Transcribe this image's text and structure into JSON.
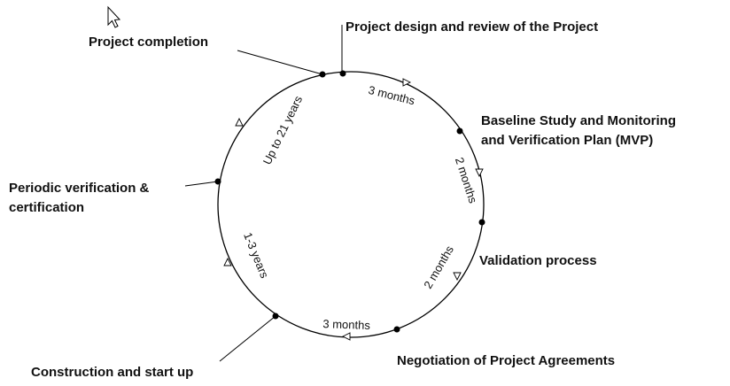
{
  "stages": [
    {
      "id": "design",
      "label": "Project design and review of the Project"
    },
    {
      "id": "baseline",
      "lines": [
        "Baseline Study and  Monitoring",
        "and Verification Plan (MVP)"
      ]
    },
    {
      "id": "validation",
      "label": "Validation process"
    },
    {
      "id": "negotiation",
      "label": "Negotiation of Project Agreements"
    },
    {
      "id": "construction",
      "label": "Construction and start up"
    },
    {
      "id": "verification",
      "lines": [
        "Periodic verification &",
        "certification"
      ]
    },
    {
      "id": "completion",
      "label": "Project completion"
    }
  ],
  "durations": [
    {
      "id": "design-to-baseline",
      "label": "3 months"
    },
    {
      "id": "baseline-to-validation",
      "label": "2 months"
    },
    {
      "id": "validation-to-negotiation",
      "label": "2 months"
    },
    {
      "id": "negotiation-to-construction",
      "label": "3 months"
    },
    {
      "id": "construction-to-verification",
      "label": "1-3 years"
    },
    {
      "id": "verification-to-completion",
      "label": "Up to 21 years"
    }
  ],
  "icons": {
    "cursor": "mouse-pointer-icon"
  }
}
